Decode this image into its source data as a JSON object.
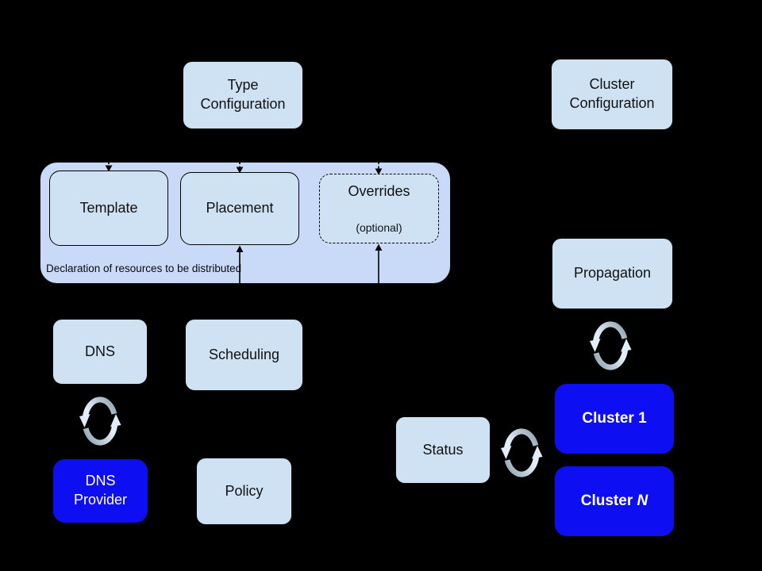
{
  "diagram": {
    "colors": {
      "background": "#000000",
      "container_fill": "#c9daf8",
      "node_fill": "#cfe2f3",
      "cluster_fill": "#0e0ef2",
      "node_text": "#111111",
      "cluster_text": "#ffffff",
      "sync_icon_gray": "#8fa2b0",
      "sync_icon_light": "#e4eef8"
    },
    "type_configuration": {
      "label": "Type\nConfiguration"
    },
    "cluster_configuration": {
      "label": "Cluster\nConfiguration"
    },
    "resource_declaration": {
      "caption": "Declaration of resources to be distributed",
      "template": {
        "label": "Template"
      },
      "placement": {
        "label": "Placement"
      },
      "overrides": {
        "label": "Overrides",
        "sublabel": "(optional)"
      }
    },
    "dns": {
      "label": "DNS"
    },
    "scheduling": {
      "label": "Scheduling"
    },
    "dns_provider": {
      "label": "DNS\nProvider"
    },
    "policy": {
      "label": "Policy"
    },
    "propagation": {
      "label": "Propagation"
    },
    "status": {
      "label": "Status"
    },
    "cluster_1": {
      "label": "Cluster 1"
    },
    "cluster_n": {
      "label_prefix": "Cluster ",
      "label_n": "N"
    }
  }
}
